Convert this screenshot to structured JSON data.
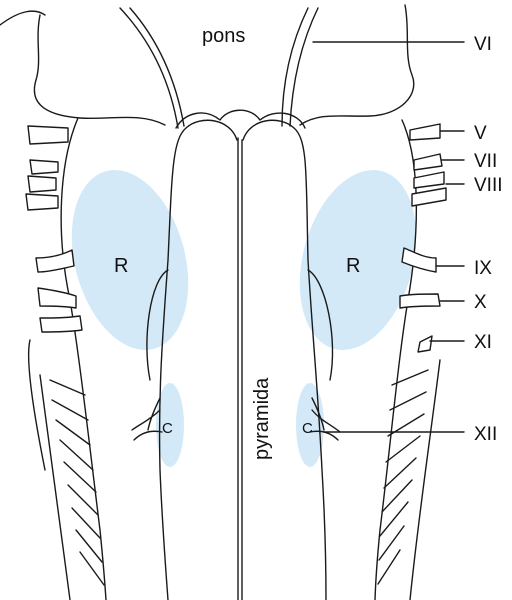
{
  "labels": {
    "pons": "pons",
    "pyramida": "pyramida",
    "region_r": "R",
    "region_c": "C"
  },
  "nerves": [
    "VI",
    "V",
    "VII",
    "VIII",
    "IX",
    "X",
    "XI",
    "XII"
  ],
  "colors": {
    "region_fill": "#cfe7f7",
    "line": "#1a1a1a",
    "background": "#ffffff"
  }
}
